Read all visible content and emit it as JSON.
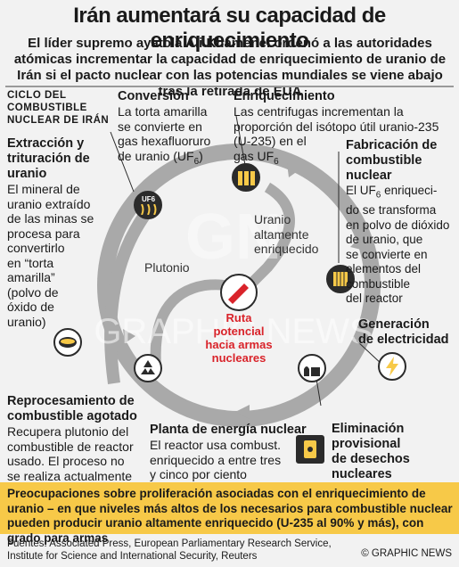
{
  "title": "Irán aumentará su capacidad de enriquecimiento",
  "subtitle": "El líder supremo ayatolá Ali Khamenei ordenó a las autoridades atómicas incrementar la capacidad de enriquecimiento de uranio de Irán si el pacto nuclear con las potencias mundiales se viene abajo tras la retirada de EUA",
  "cycle_title": [
    "Ciclo del",
    "Combustible",
    "Nuclear de Irán"
  ],
  "stages": {
    "extraction": {
      "title": [
        "Extracción y",
        "trituración de",
        "uranio"
      ],
      "text": [
        "El mineral de",
        "uranio extraído",
        "de las minas se",
        "procesa para",
        "convertirlo",
        "en “torta",
        "amarilla”",
        "(polvo de",
        "óxido de",
        "uranio)"
      ]
    },
    "conversion": {
      "title": "Conversión",
      "text": [
        "La torta amarilla",
        "se convierte en",
        "gas hexafluoruro",
        "de uranio (UF",
        "6",
        ")"
      ]
    },
    "enrichment": {
      "title": "Enriquecimiento",
      "text": [
        "Las centrifugas incrementan la",
        "proporción del isótopo útil uranio-235",
        "(U-235) en el",
        "gas UF",
        "6"
      ]
    },
    "fabrication": {
      "title": [
        "Fabricación de",
        "combustible",
        "nuclear"
      ],
      "text": [
        "El UF",
        "6",
        " enriqueci-",
        "do se transforma",
        "en polvo de dióxido",
        "de uranio, que",
        "se convierte en",
        "elementos del",
        "combustible",
        "del reactor"
      ]
    },
    "electricity": {
      "title": [
        "Generación",
        "de electricidad"
      ]
    },
    "waste": {
      "title": [
        "Eliminación",
        "provisional",
        "de desechos",
        "nucleares"
      ]
    },
    "plant": {
      "title": "Planta de energía nuclear",
      "text": [
        "El reactor usa combust.",
        "enriquecido a entre tres",
        "y cinco por ciento"
      ]
    },
    "reprocessing": {
      "title": [
        "Reprocesamiento de",
        "combustible agotado"
      ],
      "text": [
        "Recupera plutonio del",
        "combustible de reactor",
        "usado. El proceso no",
        "se realiza actualmente"
      ]
    }
  },
  "inner_labels": {
    "highly_enriched": [
      "Uranio",
      "altamente",
      "enriquecido"
    ],
    "plutonium": "Plutonio",
    "route": [
      "Ruta potencial",
      "hacia armas",
      "nucleares"
    ],
    "uf6_icon": "UF6"
  },
  "bottom_note": "Preocupaciones sobre proliferación asociadas con el enriquecimiento de uranio – en que niveles más altos de los necesarios para combustible nuclear pueden producir uranio altamente enriquecido (U-235 al 90% y más), con grado para armas",
  "sources": [
    "Fuentes: Associated Press, European Parliamentary Research Service,",
    "Institute for Science and International Security, Reuters"
  ],
  "credit": "© GRAPHIC NEWS",
  "watermark": "GRAPHIC NEWS",
  "colors": {
    "accent": "#f7c948",
    "route": "#d9232a",
    "cycle": "#a9a9a9",
    "dark": "#2b2b2b"
  }
}
